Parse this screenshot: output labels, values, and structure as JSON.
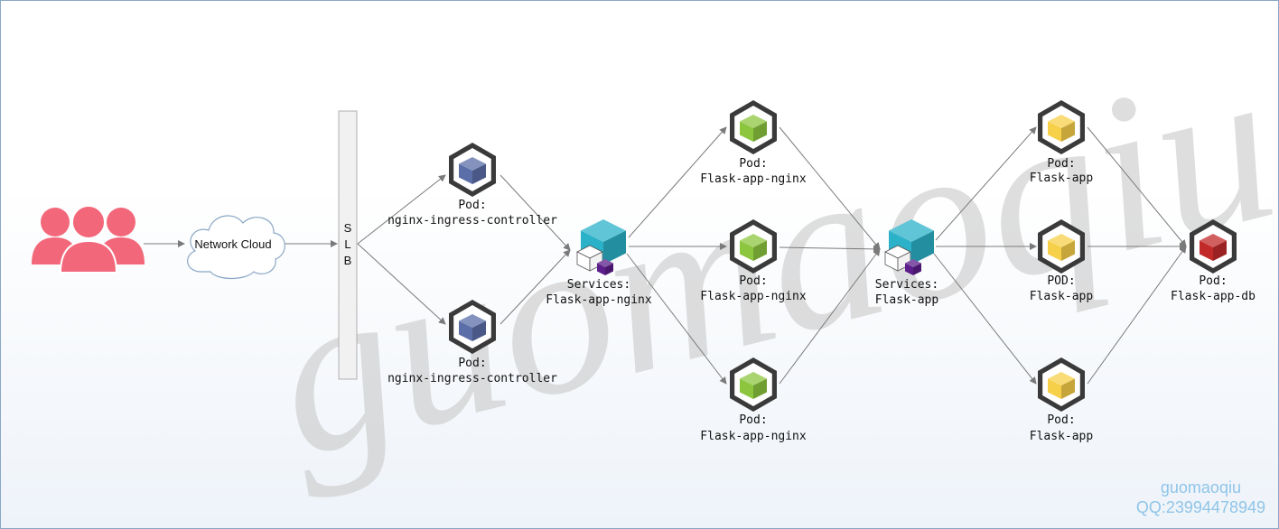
{
  "watermark": "guomaoqiu",
  "users_icon": "users-group-icon",
  "network_cloud": {
    "label": "Network Cloud",
    "icon": "cloud-icon"
  },
  "slb": {
    "letters": [
      "S",
      "L",
      "B"
    ]
  },
  "ingress_pods": [
    {
      "title": "Pod:",
      "name": "nginx-ingress-controller"
    },
    {
      "title": "Pod:",
      "name": "nginx-ingress-controller"
    }
  ],
  "service_nginx": {
    "title": "Services:",
    "name": "Flask-app-nginx"
  },
  "nginx_pods": [
    {
      "title": "Pod:",
      "name": "Flask-app-nginx"
    },
    {
      "title": "Pod:",
      "name": "Flask-app-nginx"
    },
    {
      "title": "Pod:",
      "name": "Flask-app-nginx"
    }
  ],
  "service_app": {
    "title": "Services:",
    "name": "Flask-app"
  },
  "app_pods": [
    {
      "title": "Pod:",
      "name": "Flask-app"
    },
    {
      "title": "POD:",
      "name": "Flask-app"
    },
    {
      "title": "Pod:",
      "name": "Flask-app"
    }
  ],
  "db_pod": {
    "title": "Pod:",
    "name": "Flask-app-db"
  },
  "credit": {
    "line1": "guomaoqiu",
    "line2": "QQ:23994478949"
  },
  "colors": {
    "users": "#f2687a",
    "ingress_cube": "#5b6ea8",
    "service_cube": "#2bb1c8",
    "service_small": "#5b1e8a",
    "nginx_cube": "#8cc63f",
    "app_cube": "#f7d04a",
    "db_cube": "#c22a2a",
    "arrow": "#7a7a7a",
    "cloud_stroke": "#8aa7c4"
  }
}
